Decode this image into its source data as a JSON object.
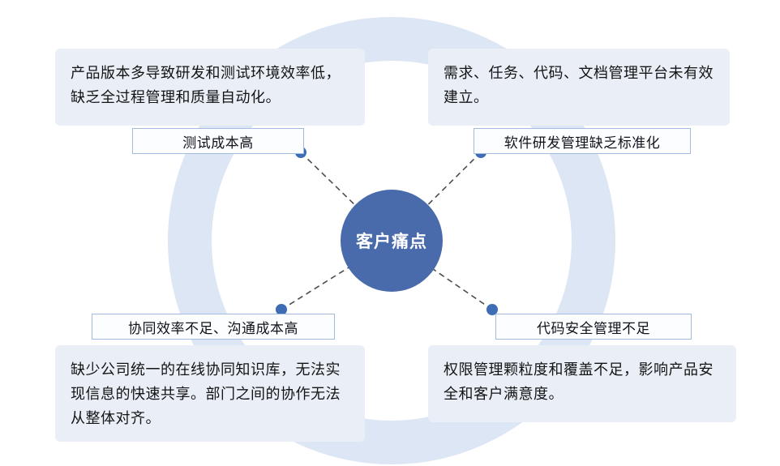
{
  "center": {
    "label": "客户痛点"
  },
  "quadrants": {
    "top_left": {
      "title": "测试成本高",
      "description": "产品版本多导致研发和测试环境效率低，缺乏全过程管理和质量自动化。"
    },
    "top_right": {
      "title": "软件研发管理缺乏标准化",
      "description": "需求、任务、代码、文档管理平台未有效建立。"
    },
    "bottom_left": {
      "title": "协同效率不足、沟通成本高",
      "description": "缺少公司统一的在线协同知识库，无法实现信息的快速共享。部门之间的协作无法从整体对齐。"
    },
    "bottom_right": {
      "title": "代码安全管理不足",
      "description": "权限管理颗粒度和覆盖不足，影响产品安全和客户满意度。"
    }
  },
  "colors": {
    "center_circle": "#4a6bab",
    "dot": "#3e6cb5",
    "ring": "#dde6f4",
    "desc_bg": "#e9eef7",
    "label_bg": "#fbfdfe",
    "label_border": "#a3bbe0"
  }
}
